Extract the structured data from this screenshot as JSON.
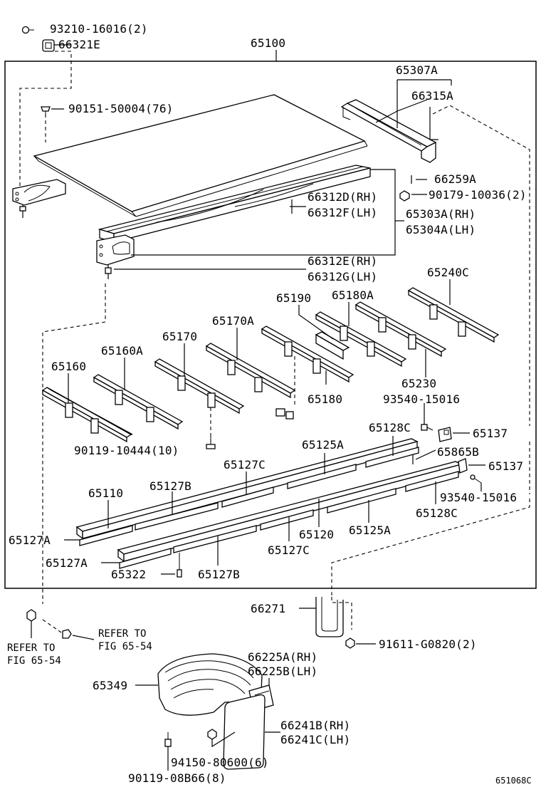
{
  "labels": {
    "p93210": "93210-16016(2)",
    "p66321E": "66321E",
    "p65100": "65100",
    "p65307A": "65307A",
    "p90151": "90151-50004(76)",
    "p66315A": "66315A",
    "p66259A": "66259A",
    "p90179": "90179-10036(2)",
    "p66312D": "66312D(RH)",
    "p66312F": "66312F(LH)",
    "p65303A": "65303A(RH)",
    "p65304A": "65304A(LH)",
    "p66312E": "66312E(RH)",
    "p66312G": "66312G(LH)",
    "p65240C": "65240C",
    "p65190": "65190",
    "p65180A": "65180A",
    "p65170A": "65170A",
    "p65170": "65170",
    "p65160A": "65160A",
    "p65160": "65160",
    "p65180": "65180",
    "p65230": "65230",
    "p93540a": "93540-15016",
    "p65128C_top": "65128C",
    "p65137a": "65137",
    "p90119_10444": "90119-10444(10)",
    "p65125A_top": "65125A",
    "p65865B": "65865B",
    "p65127C_top": "65127C",
    "p65137b": "65137",
    "p65127B_top": "65127B",
    "p65110": "65110",
    "p93540b": "93540-15016",
    "p65128C_bot": "65128C",
    "p65127A_top": "65127A",
    "p65120": "65120",
    "p65125A_bot": "65125A",
    "p65127C_bot": "65127C",
    "p65127A_bot": "65127A",
    "p65322": "65322",
    "p65127B_bot": "65127B",
    "p66271": "66271",
    "refer1a": "REFER TO",
    "refer1b": "FIG 65-54",
    "refer2a": "REFER TO",
    "refer2b": "FIG 65-54",
    "p91611": "91611-G0820(2)",
    "p66225A": "66225A(RH)",
    "p66225B": "66225B(LH)",
    "p65349": "65349",
    "p66241B": "66241B(RH)",
    "p66241C": "66241C(LH)",
    "p94150": "94150-80600(6)",
    "p90119_08B66": "90119-08B66(8)",
    "figure_id": "651068C"
  }
}
